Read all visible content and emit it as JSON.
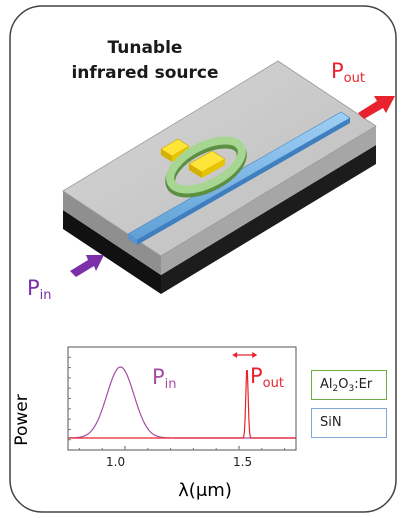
{
  "title": {
    "line1": "Tunable",
    "line2": "infrared source"
  },
  "labels": {
    "p_out_base": "P",
    "p_out_sub": "out",
    "p_in_base": "P",
    "p_in_sub": "in"
  },
  "legend": {
    "al2o3": {
      "a": "Al",
      "a_sub": "2",
      "b": "O",
      "b_sub": "3",
      "c": ":Er"
    },
    "sin": "SiN"
  },
  "chart_data": {
    "type": "line",
    "xlabel": "λ(μm)",
    "ylabel": "Power",
    "xlim": [
      0.75,
      1.75
    ],
    "x_ticks": [
      "1.0",
      "1.5"
    ],
    "series": [
      {
        "name": "Pin",
        "peak_um": 0.98,
        "width_um": 0.14,
        "color": "#a64ca6"
      },
      {
        "name": "Pout",
        "peak_um": 1.535,
        "width_um": 0.012,
        "color": "#e8232e"
      }
    ],
    "tuning_range_um": [
      1.47,
      1.58
    ]
  },
  "colors": {
    "pin": "#7b2fa8",
    "pout": "#e8232e",
    "al2o3_border": "#6fae45",
    "sin_border": "#7fa6d6",
    "waveguide": "#7fb6e8",
    "ring": "#a6d692",
    "heater": "#f5d712"
  }
}
